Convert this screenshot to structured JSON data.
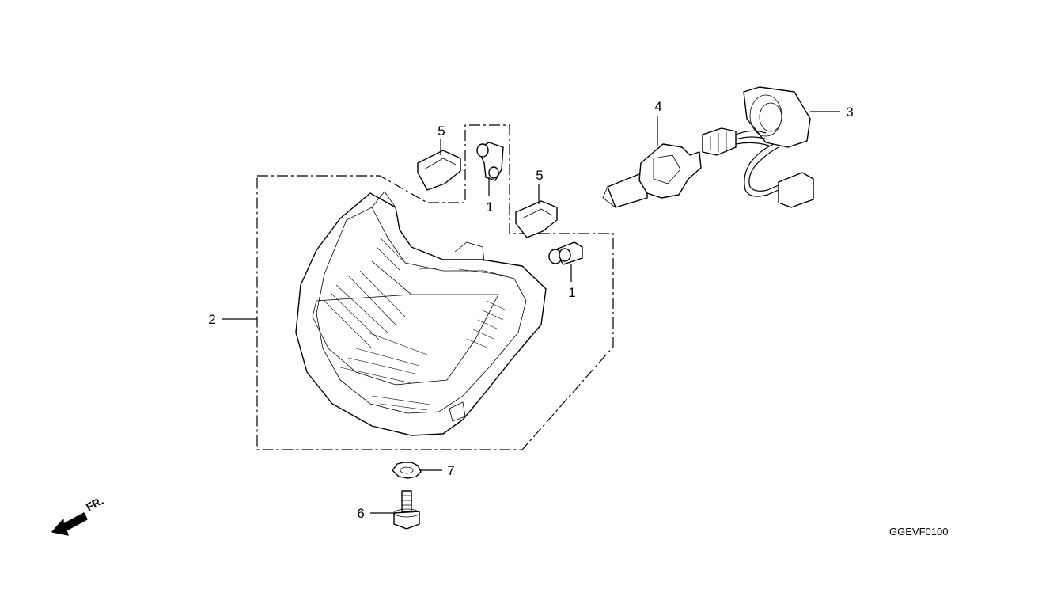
{
  "diagram": {
    "code": "GGEVF0100",
    "direction_label": "FR.",
    "callouts": {
      "bulb_socket_left": "1",
      "bulb_socket_right": "1",
      "headlight_unit": "2",
      "socket_harness": "3",
      "headlight_bulb": "4",
      "clip_left": "5",
      "clip_right": "5",
      "bolt": "6",
      "washer": "7"
    }
  }
}
